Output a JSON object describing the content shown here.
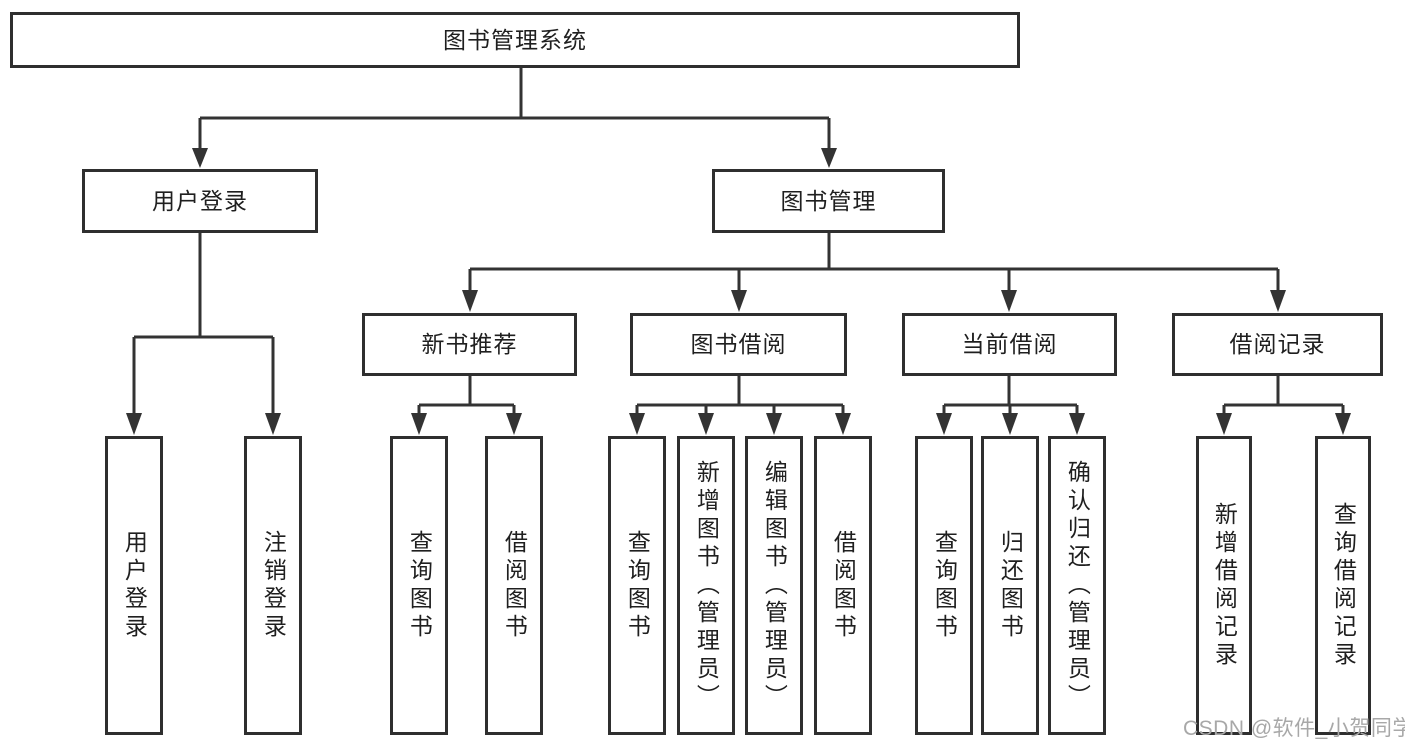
{
  "diagram": {
    "root": {
      "label": "图书管理系统"
    },
    "level2": {
      "user_login": {
        "label": "用户登录"
      },
      "book_mgmt": {
        "label": "图书管理"
      }
    },
    "level3": {
      "new_book": {
        "label": "新书推荐"
      },
      "borrow": {
        "label": "图书借阅"
      },
      "current": {
        "label": "当前借阅"
      },
      "records": {
        "label": "借阅记录"
      }
    },
    "leaves": {
      "user_login_leaf": {
        "label": "用户登录"
      },
      "logout": {
        "label": "注销登录"
      },
      "nb_query": {
        "label": "查询图书"
      },
      "nb_borrow": {
        "label": "借阅图书"
      },
      "bb_query": {
        "label": "查询图书"
      },
      "bb_add": {
        "label": "新增图书（管理员）"
      },
      "bb_edit": {
        "label": "编辑图书（管理员）"
      },
      "bb_borrow": {
        "label": "借阅图书"
      },
      "cb_query": {
        "label": "查询图书"
      },
      "cb_return": {
        "label": "归还图书"
      },
      "cb_confirm": {
        "label": "确认归还（管理员）"
      },
      "br_add": {
        "label": "新增借阅记录"
      },
      "br_query": {
        "label": "查询借阅记录"
      }
    },
    "watermark": "CSDN @软件_小贺同学",
    "colors": {
      "line": "#333333",
      "border": "#2f2f2f",
      "text": "#1f1f1f",
      "watermark": "#a8a8a8",
      "background": "#ffffff"
    }
  }
}
